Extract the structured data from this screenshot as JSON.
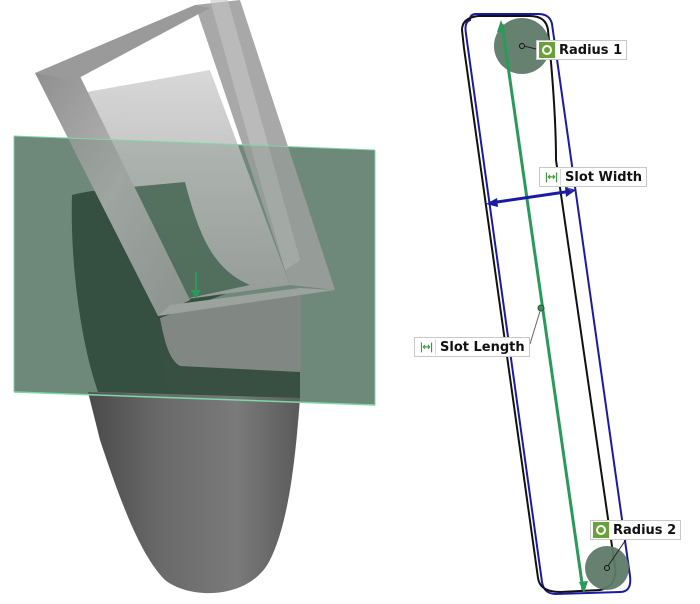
{
  "figure": {
    "left_view": "3D scanned slot model intersected by cutting plane",
    "right_view": "Slot cross-section sketch with fitted dimensions"
  },
  "callouts": {
    "radius_1": {
      "label": "Radius 1",
      "icon": "radius-icon"
    },
    "slot_width": {
      "label": "Slot Width",
      "icon": "linear-dimension-icon"
    },
    "slot_length": {
      "label": "Slot Length",
      "icon": "linear-dimension-icon"
    },
    "radius_2": {
      "label": "Radius 2",
      "icon": "radius-icon"
    }
  },
  "colors": {
    "plane": "#5f7d6b",
    "plane_edge": "#7fd6a8",
    "model": "#8a8a8a",
    "sketch_black": "#111111",
    "sketch_blue": "#1a1aa8",
    "length_line": "#2a9a5a",
    "radius_fill": "#5f7a68",
    "radius_icon": "#6aa23a"
  }
}
